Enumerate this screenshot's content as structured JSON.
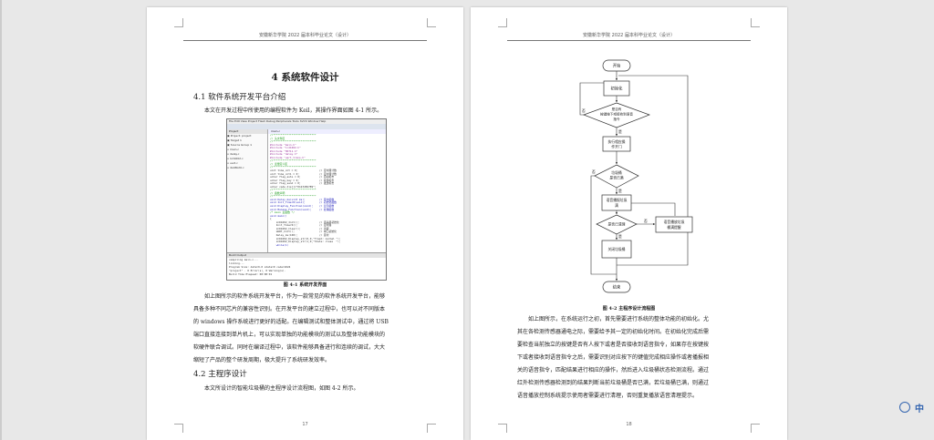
{
  "header_text": "安徽新华学院 2022 届本科毕业论文（设计）",
  "page1": {
    "chapter_title": "4 系统软件设计",
    "section1_title": "4.1 软件系统开发平台介绍",
    "intro_para": "本文在开发过程中所使用的编程软件为 Keil，其操作界面如图 4-1 所示。",
    "figure_caption": "图 4-1  系统开发界面",
    "para_lines": [
      "如上图所示的软件系统开发平台，作为一款常见的软件系统开发平台，能够",
      "具备多种不同芯片的兼容性识别。在开发平台的建立过程中，也可以对不同版本",
      "的 windows 操作系统进行更好的适配。在编辑测试和整体测试中，通过将 USB",
      "端口直接连接到单片机上，可以实现单独的功能模块的测试以及整体功能模块的",
      "软硬件联合调试。同时在编译过程中，该软件能够具备进行和连续的调试，大大",
      "缩短了产品的整个研发周期，极大提升了系统研发效率。"
    ],
    "section2_title": "4.2 主程序设计",
    "section2_para": "本文所设计的智能垃圾桶的主程序设计流程图，如图 4-2 所示。",
    "page_number": "17"
  },
  "ide": {
    "menubar": "File  Edit  View  Project  Flash  Debug  Peripherals  Tools  SVCS  Window  Help",
    "project_title": "Project",
    "tree": [
      "▣ Project: project",
      "  ▣ Target 1",
      "    ▣ Source Group 1",
      "      ▫ main.c",
      "      ▫ delay.c",
      "      ▫ lcd1602.c",
      "      ▫ uart.c",
      "      ▫ ds18b20.c"
    ],
    "editor_tab": "main.c",
    "code_lines": [
      {
        "t": "//****************************",
        "k": "c"
      },
      {
        "t": "// 头文件区",
        "k": "c"
      },
      {
        "t": "//****************************",
        "k": "c"
      },
      {
        "t": "#include \"main.h\"",
        "k": "p"
      },
      {
        "t": "#include \"lcd1602.h\"",
        "k": "p"
      },
      {
        "t": "#include \"HX711.h\"",
        "k": "p"
      },
      {
        "t": "#include \"delay.h\"",
        "k": "p"
      },
      {
        "t": "#include \"uart_trans.h\"",
        "k": "p"
      },
      {
        "t": "//****************************",
        "k": "c"
      },
      {
        "t": "// 变量定义区",
        "k": "c"
      },
      {
        "t": "//****************************",
        "k": "c"
      },
      {
        "t": "uint time_cnt = 0;              // 定时器计数",
        "k": "n"
      },
      {
        "t": "uint time_cnt1 = 0;             // 定时器计数",
        "k": "n"
      },
      {
        "t": "uchar flag_auto = 0;            // 自动标志",
        "k": "n"
      },
      {
        "t": "uchar flag_key = 0;             // 按键标志",
        "k": "n"
      },
      {
        "t": "uchar flag_send = 0;            // 发送标志",
        "k": "n"
      },
      {
        "t": "uchar code dis[]=\"0123456789\";",
        "k": "n"
      },
      {
        "t": "//****************************",
        "k": "c"
      },
      {
        "t": "// 函数声明",
        "k": "c"
      },
      {
        "t": "//****************************",
        "k": "c"
      },
      {
        "t": "void Delay_ms(uint ms);         // 延时函数",
        "k": "k"
      },
      {
        "t": "void Init_Timer0(void);         // 初始化函数",
        "k": "k"
      },
      {
        "t": "void Display_Function(void);    // 显示函数",
        "k": "k"
      },
      {
        "t": "void Manage_Function(void);     // 处理函数",
        "k": "k"
      },
      {
        "t": "",
        "k": "n"
      },
      {
        "t": "/* main 主函数 */",
        "k": "c"
      },
      {
        "t": "void main()",
        "k": "k"
      },
      {
        "t": "{",
        "k": "n"
      },
      {
        "t": "    LCD1602_Init();             // 液晶屏初始化",
        "k": "n"
      },
      {
        "t": "    Init_Timer0();              // 定时器",
        "k": "n"
      },
      {
        "t": "    LCD1602_Clear();            // 清屏",
        "k": "n"
      },
      {
        "t": "    UART_Init();                // 串口初始化",
        "k": "n"
      },
      {
        "t": "    Delay_ms(100);              // 延时",
        "k": "n"
      },
      {
        "t": "    LCD1602_Display_str(0,0,\"Trash: normal \");",
        "k": "n"
      },
      {
        "t": "    LCD1602_Display_str(1,0,\"State: close  \");",
        "k": "n"
      },
      {
        "t": "    while(1)",
        "k": "k"
      }
    ],
    "build_title": "Build Output",
    "build_lines": [
      "compiling main.c...",
      "linking...",
      "Program Size: data=9.0 xdata=0 code=1024",
      "\"project\" - 0 Error(s), 0 Warning(s).",
      "Build Time Elapsed: 00:00:01"
    ]
  },
  "page2": {
    "flow": {
      "start": "开始",
      "init": "初始化",
      "decision1": [
        "是否有",
        "按键按下或接收到语音",
        "指令"
      ],
      "exec": [
        "执行相应操",
        "作开门"
      ],
      "decision2": [
        "垃圾桶",
        "是否已满"
      ],
      "alarm": [
        "语音播报垃圾",
        "满"
      ],
      "decision3": [
        "是否已清理"
      ],
      "play": [
        "语音播放垃圾",
        "桶满提醒"
      ],
      "close": "关闭垃圾桶",
      "end": "结束",
      "yes": "是",
      "no": "否"
    },
    "figure_caption": "图 4-2  主程序设计流程图",
    "para_lines": [
      "如上图所示，在系统运行之初，首先需要进行系统的整体功能的初始化。尤",
      "其在各检测传感器通电之际，需要给予其一定的初始化时间。在初始化完成后需",
      "要检查当前独立的按键是否有人按下或者是否接收到语音指令，如果存在按键按",
      "下或者接收到语音指令之后，需要识别对应按下的键值完成相应操作或者播报相",
      "关的语音指令，匹配结果进行相应的操作，然后进入垃圾桶状态检测流程。通过",
      "红外检测传感器检测到的结果判断当前垃圾桶是否已满，若垃圾桶已满，则通过",
      "语音播放控制系统提示使用者需要进行清理，否则重复播放语音清理提示。"
    ],
    "page_number": "18"
  },
  "extension": {
    "label": "中"
  }
}
